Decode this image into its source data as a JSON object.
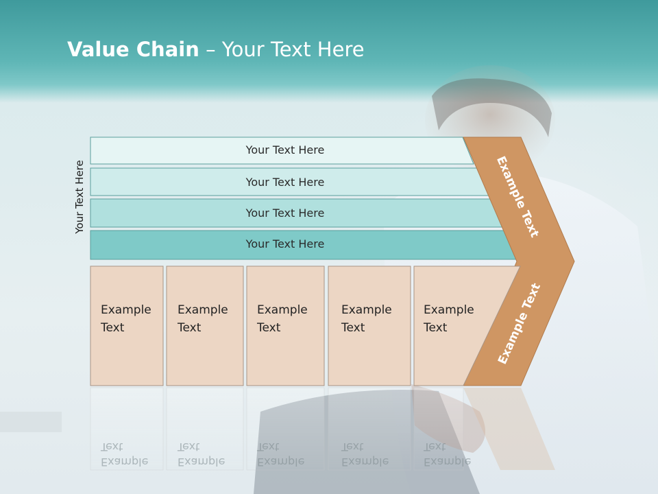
{
  "title": {
    "bold": "Value Chain",
    "rest": " – Your Text Here"
  },
  "side_label": "Your Text Here",
  "bars": [
    "Your Text Here",
    "Your Text Here",
    "Your Text Here",
    "Your Text Here"
  ],
  "cells": [
    {
      "line1": "Example",
      "line2": "Text"
    },
    {
      "line1": "Example",
      "line2": "Text"
    },
    {
      "line1": "Example",
      "line2": "Text"
    },
    {
      "line1": "Example",
      "line2": "Text"
    },
    {
      "line1": "Example",
      "line2": "Text"
    }
  ],
  "chevron": {
    "upper": "Example Text",
    "lower": "Example Text"
  },
  "colors": {
    "bar1": "#e6f5f4",
    "bar2": "#cfeceb",
    "bar3": "#b0e0de",
    "bar4": "#7fcac8",
    "cell": "#ecd6c4",
    "chevron": "#cf9663",
    "header": "#4fa8a8"
  }
}
